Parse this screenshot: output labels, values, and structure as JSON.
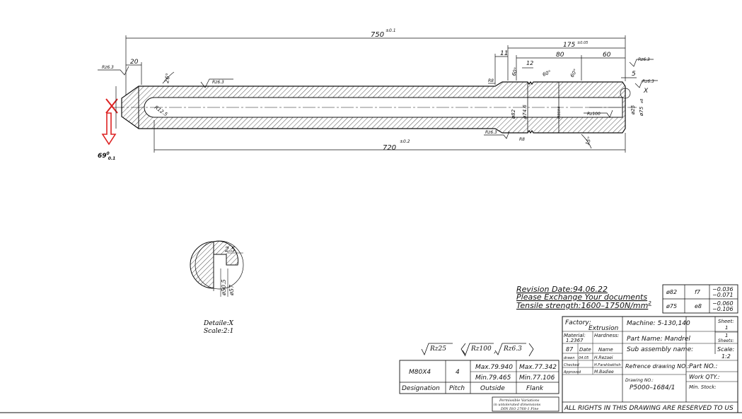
{
  "dims": {
    "overall_length": "750",
    "overall_tol": "±0.1",
    "length_175": "175",
    "tol_175": "±0.05",
    "d_11": "11",
    "d_80": "80",
    "d_60": "60",
    "d_12": "12",
    "d_5": "5",
    "d_20": "20",
    "ang_26": "26°",
    "ang_60a": "60°",
    "ang_60b": "60°",
    "ang_60c": "60°",
    "ang_15": "15°",
    "r8_top": "R8",
    "r8_bot": "R8",
    "r12_5": "R12.5",
    "dia_82": "ø82",
    "dia_74_6": "ø74.6",
    "thread": "M80X4",
    "dia_25": "ø25",
    "dia_75": "ø75",
    "dia_75_tol": "e8",
    "bottom_length": "720",
    "bottom_tol": "±0.2",
    "x_label": "X",
    "angle_69": "69",
    "angle_69_sup": "0",
    "angle_69_sub": "0.1"
  },
  "surface": {
    "rz63_a": "Rz6.3",
    "rz63_b": "Rz6.3",
    "rz63_c": "Rz6.3",
    "rz63_d": "Rz6.3",
    "rz63_e": "Rz6.3",
    "rz100": "Rz100"
  },
  "detail": {
    "dim_2_5": "2.5",
    "dia_50_5": "ø50.5",
    "dia_57": "ø57",
    "label": "Detaile:X",
    "scale": "Scale:2:1"
  },
  "roughness_legend": {
    "a": "Rz25",
    "b": "Rz100",
    "c": "Rz6.3"
  },
  "thread_table": {
    "row": [
      "M80X4",
      "4"
    ],
    "outside": [
      "Max.79.940",
      "Min.79.465"
    ],
    "flank": [
      "Max.77.342",
      "Min.77.106"
    ],
    "headers": [
      "Designation",
      "Pitch",
      "Outside",
      "Flank"
    ]
  },
  "permissible": [
    "Permissible Variations",
    "in untolerated dimensions",
    "DIN ISO 2768-1 Fine"
  ],
  "revision": {
    "line1": "Revision Date:94.06.22",
    "line2": "Please Exchange Your documents",
    "line3": "Tensile strength:1600–1750N/mm",
    "line3_sup": "2"
  },
  "fits": [
    [
      "ø82",
      "f7",
      "−0.036",
      "−0.071"
    ],
    [
      "ø75",
      "e8",
      "−0.060",
      "−0.106"
    ]
  ],
  "title_block": {
    "factory": "Factory:",
    "factory_val": "Extrusion",
    "machine": "Machine: 5-130,140",
    "sheet_lbl": "Sheet:",
    "sheet_val": "1",
    "material": "Material:",
    "material_val": "1.2367",
    "hardness": "Hardness:",
    "part_name": "Part Name:  Mandrel",
    "sheets_val": "1",
    "sheets_lbl": "Sheets:",
    "year": "87",
    "date_lbl": "Date",
    "name_lbl": "Name",
    "sub_assembly": "Sub assembly name:",
    "scale_lbl": "Scale:",
    "scale_val": "1:2",
    "drawn": "drawn",
    "drawn_date": "04.05",
    "drawn_name": "H.Rezaei",
    "checked": "Checked",
    "checked_name": "H.Farahbakhsh",
    "approved": "Approved",
    "approved_name": "M.Badiee",
    "reference": "Refrence drawing NO.:",
    "part_no": "Part NO.:",
    "work_qty": "Work QTY.:",
    "drawing_no_lbl": "Drawing NO.:",
    "drawing_no": "P5000–1684/1",
    "min_stock": "Min. Stock:",
    "rights": "ALL RIGHTS IN THIS DRAWING ARE RESERVED TO US"
  }
}
